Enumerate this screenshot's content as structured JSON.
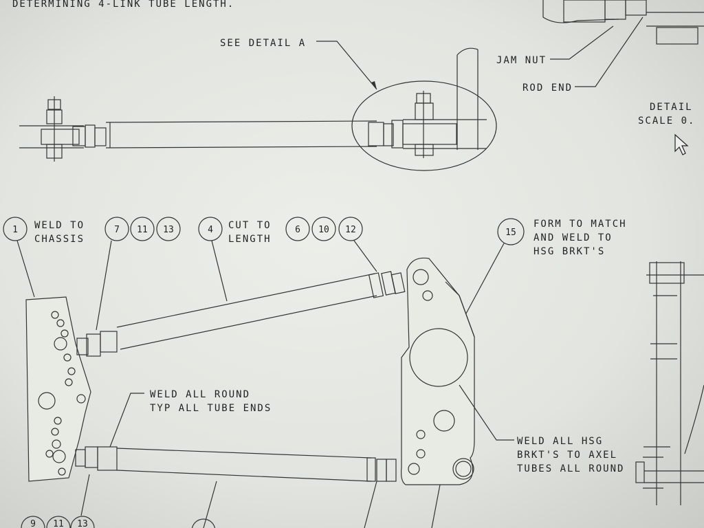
{
  "header": {
    "title": "DETERMINING 4-LINK TUBE LENGTH."
  },
  "callouts": {
    "see_detail": "SEE DETAIL  A",
    "jam_nut": "JAM NUT",
    "rod_end": "ROD END",
    "detail_line1": "DETAIL",
    "detail_line2": "SCALE  0.",
    "weld_to_chassis_1": "WELD TO",
    "weld_to_chassis_2": "CHASSIS",
    "cut_to_length_1": "CUT TO",
    "cut_to_length_2": "LENGTH",
    "form_to_match_1": "FORM TO MATCH",
    "form_to_match_2": "AND WELD TO",
    "form_to_match_3": "HSG BRKT'S",
    "weld_all_round_1": "WELD ALL ROUND",
    "weld_all_round_2": "TYP ALL TUBE ENDS",
    "weld_hsg_1": "WELD ALL HSG",
    "weld_hsg_2": "BRKT'S TO AXEL",
    "weld_hsg_3": "TUBES ALL ROUND"
  },
  "balloons": {
    "b1": "1",
    "b7": "7",
    "b11": "11",
    "b13": "13",
    "b4": "4",
    "b6": "6",
    "b10": "10",
    "b12": "12",
    "b15": "15",
    "b9": "9",
    "b11b": "11",
    "b13b": "13"
  },
  "cursor": {
    "icon": "mouse-pointer-icon"
  }
}
